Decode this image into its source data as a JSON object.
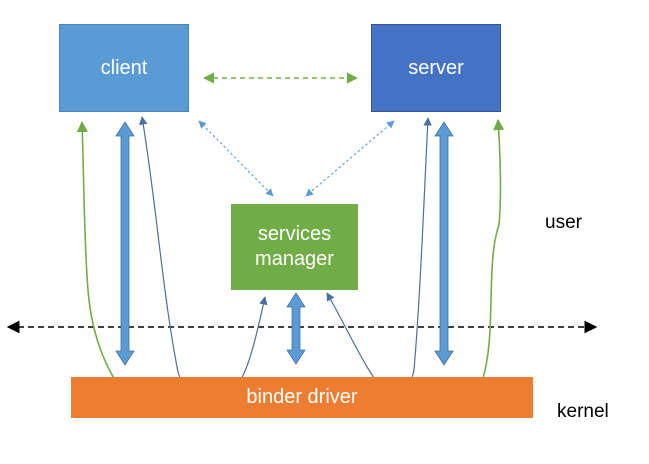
{
  "nodes": {
    "client": "client",
    "server": "server",
    "services_manager": "services\nmanager",
    "binder_driver": "binder driver"
  },
  "regions": {
    "user": "user",
    "kernel": "kernel"
  },
  "colors": {
    "client": "#5b9bd5",
    "server": "#4472c4",
    "services_manager": "#70ad47",
    "binder_driver": "#ed7d31",
    "vertical_arrows": "#5b9bd5",
    "path_green": "#70ad47",
    "path_blue": "#4a6f9c",
    "boundary": "#000000"
  },
  "edges": [
    {
      "from": "client",
      "to": "server",
      "style": "dashed",
      "direction": "both"
    },
    {
      "from": "client",
      "to": "services_manager",
      "style": "dotted",
      "direction": "both"
    },
    {
      "from": "server",
      "to": "services_manager",
      "style": "dotted",
      "direction": "both"
    },
    {
      "from": "client",
      "to": "binder_driver",
      "style": "thick",
      "direction": "both"
    },
    {
      "from": "server",
      "to": "binder_driver",
      "style": "thick",
      "direction": "both"
    },
    {
      "from": "services_manager",
      "to": "binder_driver",
      "style": "thick",
      "direction": "both"
    }
  ]
}
